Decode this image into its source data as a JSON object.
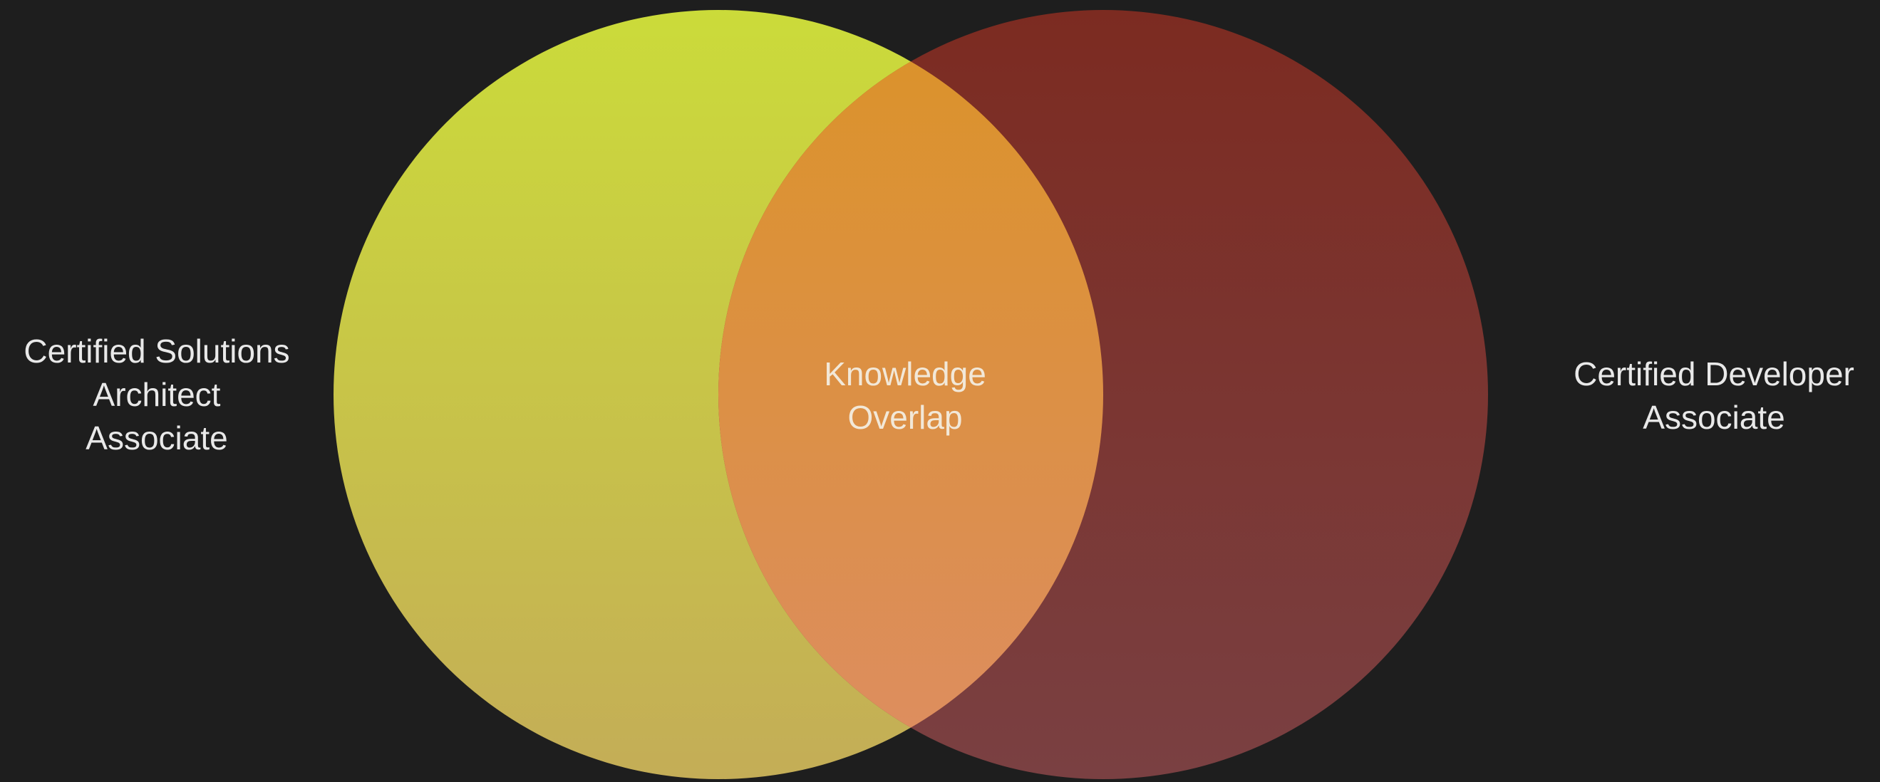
{
  "diagram": {
    "type": "venn",
    "sets": [
      {
        "id": "left",
        "label_lines": [
          "Certified Solutions",
          "Architect",
          "Associate"
        ]
      },
      {
        "id": "right",
        "label_lines": [
          "Certified Developer",
          "Associate"
        ]
      }
    ],
    "intersection": {
      "label_lines": [
        "Knowledge",
        "Overlap"
      ]
    }
  },
  "colors": {
    "background": "#1e1e1e",
    "left_circle_top": "#cbdb3a",
    "left_circle_bottom": "#c4ad57",
    "right_circle_top": "#7c2b21",
    "right_circle_bottom": "#7a4042",
    "overlap_top": "#db9328",
    "overlap_bottom": "#dd8d62",
    "label_text": "#e9e9e9"
  }
}
